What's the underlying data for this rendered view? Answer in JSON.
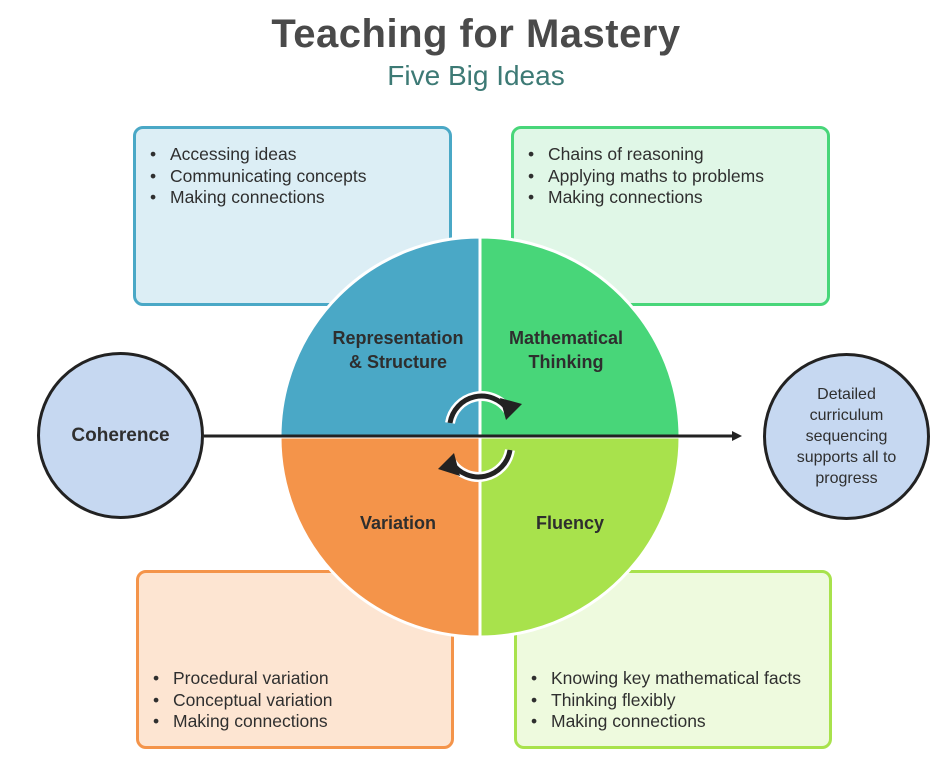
{
  "header": {
    "title": "Teaching for Mastery",
    "subtitle": "Five Big Ideas"
  },
  "colors": {
    "representation": "#4aa8c6",
    "thinking": "#48d679",
    "variation": "#f4944a",
    "fluency": "#a8e24c",
    "side_circle": "#c6d8f1"
  },
  "quadrants": {
    "representation": {
      "label_line1": "Representation",
      "label_line2": "& Structure",
      "bullets": [
        "Accessing ideas",
        "Communicating concepts",
        "Making connections"
      ]
    },
    "thinking": {
      "label_line1": "Mathematical",
      "label_line2": "Thinking",
      "bullets": [
        "Chains of reasoning",
        "Applying maths to problems",
        "Making connections"
      ]
    },
    "variation": {
      "label": "Variation",
      "bullets": [
        "Procedural variation",
        "Conceptual variation",
        "Making connections"
      ]
    },
    "fluency": {
      "label": "Fluency",
      "bullets": [
        "Knowing key mathematical facts",
        "Thinking flexibly",
        "Making connections"
      ]
    }
  },
  "coherence": {
    "label": "Coherence"
  },
  "curriculum": {
    "text": "Detailed curriculum sequencing supports all to progress"
  },
  "center_icon": "cycle-arrows-icon"
}
